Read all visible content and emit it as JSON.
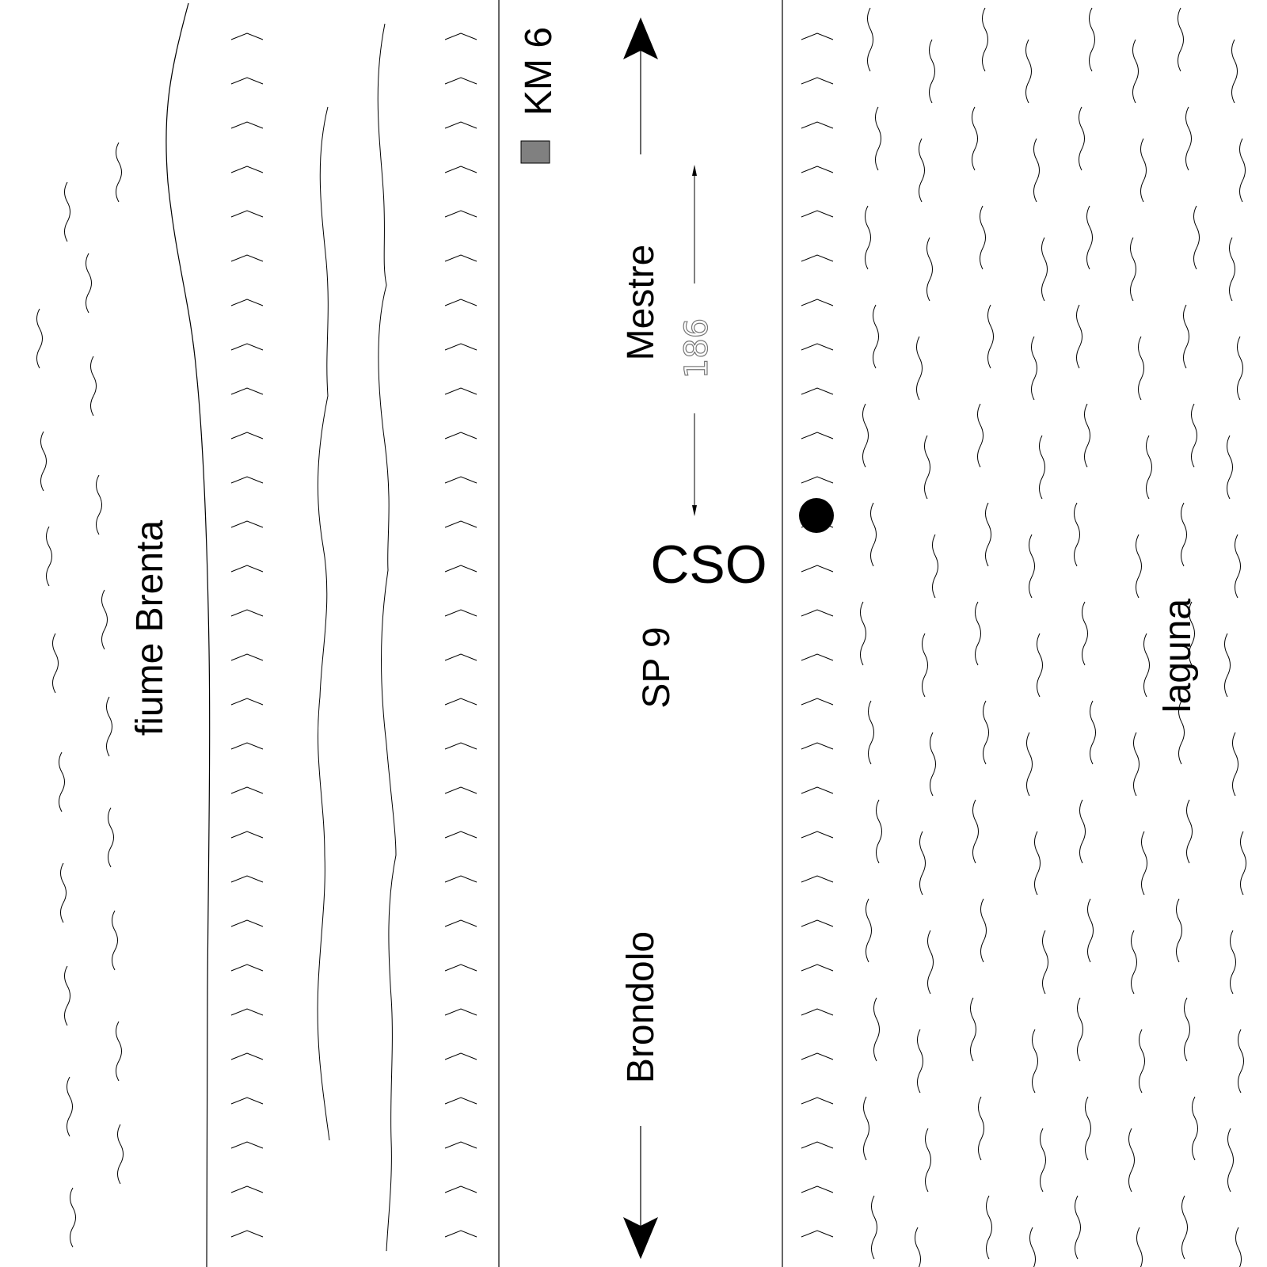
{
  "labels": {
    "river": "fiume Brenta",
    "lagoon": "laguna",
    "road": "SP 9",
    "north_destination": "Mestre",
    "south_destination": "Brondolo",
    "location_code": "CSO",
    "distance": "186",
    "km_marker": "KM 6"
  },
  "colors": {
    "line": "#000000",
    "km_marker_fill": "#808080",
    "distance_text": "#777777"
  },
  "icons": {
    "location_dot": "filled-circle",
    "km_marker": "grey-square",
    "north_arrow": "arrow-up",
    "south_arrow": "arrow-down",
    "water": "wavy-line",
    "embankment": "chevron"
  }
}
